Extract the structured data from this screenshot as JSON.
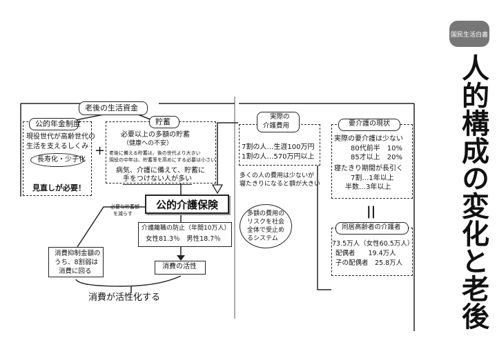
{
  "book": {
    "badge": "国民生活白書",
    "title": "人的構成の変化と老後"
  },
  "left": {
    "header": "老後の生活資金",
    "pension": {
      "title": "公的年金制度",
      "line1": "現役世代が高齢世代の",
      "line2": "生活を支えるしくみ",
      "cloud": "長寿化・少子化",
      "conclusion": "見直しが必要！"
    },
    "plus": "+",
    "savings": {
      "title": "貯蓄",
      "line1": "必要以上の多額の貯蓄",
      "line2": "（健康への不安）",
      "line3": "老後に備える貯蓄は、後の世代より大きい",
      "line4": "現役の中年は、貯蓄率を高めにする必要は小さい",
      "line5": "病気、介護に備えて、貯蓄に",
      "line6": "手をつけない人が多い"
    },
    "reduce_note_1": "必要な貯蓄額",
    "reduce_note_2": "を減らす",
    "insurance": "公的介護保険",
    "prevention": {
      "line1": "介護離職の防止（年間10万人）",
      "line2": "女性81.3％　男性18.7％"
    },
    "consumption_box": {
      "line1": "消費抑制金額の",
      "line2": "うち、8割弱は",
      "line3": "消費に回る"
    },
    "activation": "消費の活性",
    "bottom": "消費が活性化する"
  },
  "right": {
    "cost": {
      "title1": "実際の",
      "title2": "介護費用",
      "line1": "7割の人…生涯100万円",
      "line2": "1割の人…570万円以上",
      "note1": "多くの人の費用は少ないが",
      "note2": "寝たきりになると額が大きい"
    },
    "status": {
      "title": "要介護の現状",
      "line1": "実際の要介護は少ない",
      "line2": "80代前半　10%",
      "line3": "85才以上　20%",
      "line4": "寝たきり期間が長引く",
      "line5": "7割…1年以上",
      "line6": "半数…3年以上"
    },
    "equals": "||",
    "risk_cloud": {
      "line1": "多額の費用の",
      "line2": "リスクを社会",
      "line3": "全体で受止め",
      "line4": "るシステム"
    },
    "caregiver": {
      "title": "同居高齢者の介護者",
      "line1": "73.5万人（女性60.5万人）",
      "line2": "配偶者　　19.4万人",
      "line3": "子の配偶者　25.8万人"
    }
  }
}
